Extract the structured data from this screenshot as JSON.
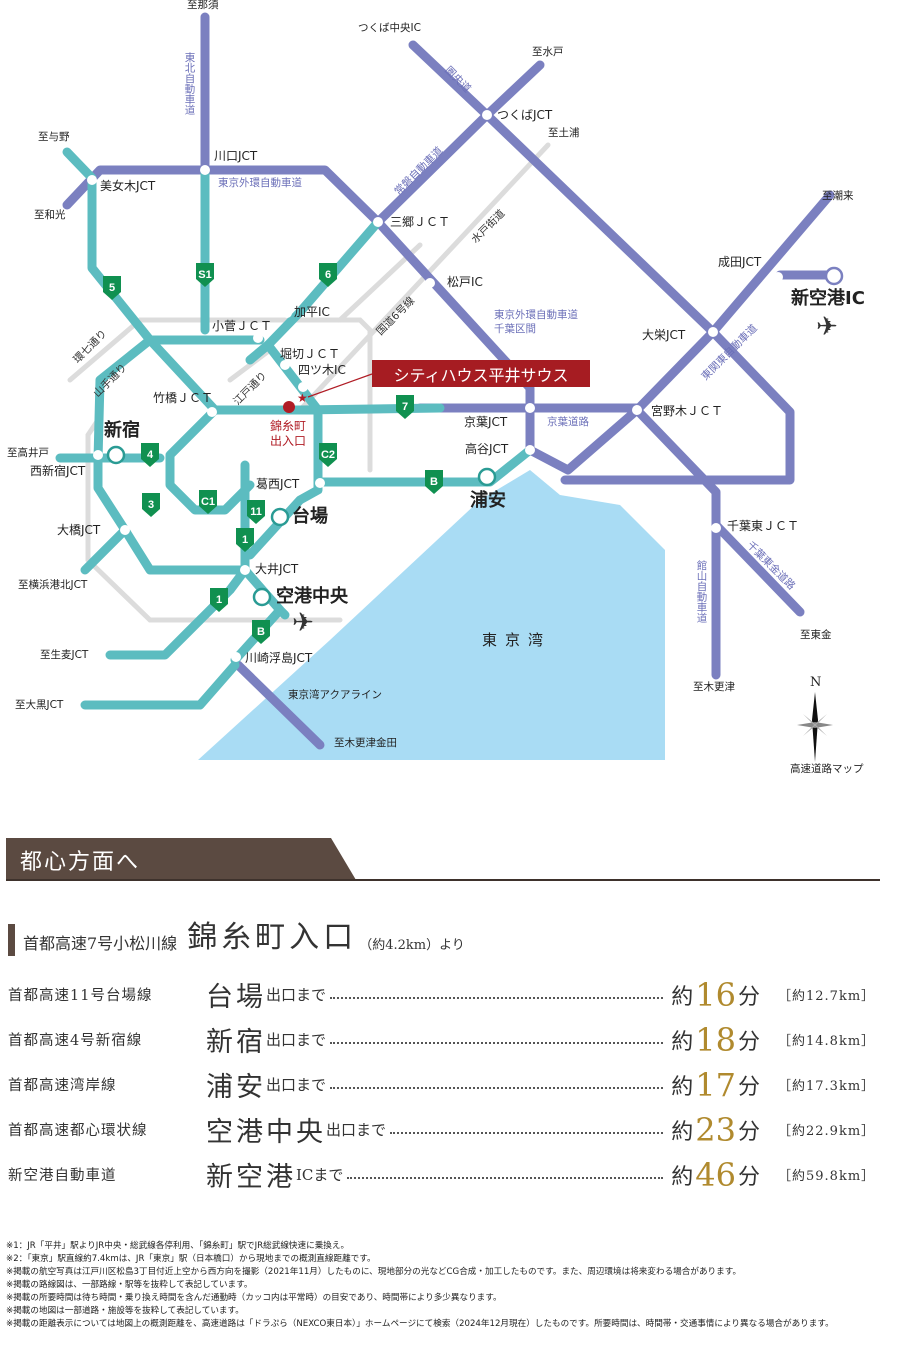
{
  "map": {
    "title": "高速道路マップ",
    "compass_label": "N",
    "property_label": "シティハウス平井サウス",
    "entrance_label_line1": "錦糸町",
    "entrance_label_line2": "出入口",
    "bay_label": "東京湾",
    "colors": {
      "shuto_line": "#5cbcc0",
      "nexco_line": "#7b80c0",
      "general_road": "#dcdcdc",
      "sea": "#a9dcf4",
      "shield": "#109050",
      "accent_red": "#a61c22"
    },
    "destinations": {
      "nasu": "至那須",
      "yono": "至与野",
      "wako": "至和光",
      "mito": "至水戸",
      "tsuchiura": "至土浦",
      "itako": "至潮来",
      "takaido": "至高井戸",
      "yokohama_kohoku": "至横浜港北JCT",
      "namamugi": "至生麦JCT",
      "daikoku": "至大黒JCT",
      "kisarazu_kaneda": "至木更津金田",
      "togane": "至東金",
      "kisarazu": "至木更津"
    },
    "junctions": {
      "kawaguchi": "川口JCT",
      "bijogi": "美女木JCT",
      "tsukuba_chuo": "つくば中央IC",
      "tsukuba": "つくばJCT",
      "misato": "三郷ＪＣＴ",
      "matsudo": "松戸IC",
      "kahei": "加平IC",
      "kosuge": "小菅ＪＣＴ",
      "horikiri": "堀切ＪＣＴ",
      "yotsugi": "四ツ木IC",
      "takebashi": "竹橋ＪＣＴ",
      "nishishinjuku": "西新宿JCT",
      "ohashi": "大橋JCT",
      "kasai": "葛西JCT",
      "oi": "大井JCT",
      "kawasaki_ukishima": "川崎浮島JCT",
      "keiyo": "京葉JCT",
      "koya": "高谷JCT",
      "miyanogi": "宮野木ＪＣＴ",
      "narita": "成田JCT",
      "taiei": "大栄JCT",
      "chiba_higashi": "千葉東ＪＣＴ"
    },
    "exits": {
      "shinjuku": "新宿",
      "daiba": "台場",
      "urayasu": "浦安",
      "kuko_chuo": "空港中央",
      "shinkuko": "新空港IC"
    },
    "road_names": {
      "tohoku": "東北自動車道",
      "gaikan": "東京外環自動車道",
      "joban": "常磐自動車道",
      "kenodo": "圏央道",
      "mito_kaido": "水戸街道",
      "route6": "国道6号線",
      "gaikan_chiba_line1": "東京外環自動車道",
      "gaikan_chiba_line2": "千葉区間",
      "kanjo7": "環七通り",
      "yamate": "山手通り",
      "edo": "江戸通り",
      "keiyo_road": "京葉道路",
      "higashi_kanto": "東関東自動車道",
      "tateyama": "館山自動車道",
      "chiba_togane": "千葉東金道路",
      "aqualine": "東京湾アクアライン"
    },
    "shields": [
      "S1",
      "5",
      "6",
      "4",
      "3",
      "C1",
      "C2",
      "11",
      "1",
      "1",
      "B",
      "B",
      "7"
    ]
  },
  "section": {
    "title": "都心方面へ"
  },
  "origin": {
    "route": "首都高速7号小松川線",
    "place": "錦糸町入口",
    "distance": "（約4.2km）より"
  },
  "routes": [
    {
      "road": "首都高速11号台場線",
      "dest": "台場",
      "suffix": "出口まで",
      "approx": "約",
      "minutes": "16",
      "unit": "分",
      "km": "［約12.7km］"
    },
    {
      "road": "首都高速4号新宿線",
      "dest": "新宿",
      "suffix": "出口まで",
      "approx": "約",
      "minutes": "18",
      "unit": "分",
      "km": "［約14.8km］"
    },
    {
      "road": "首都高速湾岸線",
      "dest": "浦安",
      "suffix": "出口まで",
      "approx": "約",
      "minutes": "17",
      "unit": "分",
      "km": "［約17.3km］"
    },
    {
      "road": "首都高速都心環状線",
      "dest": "空港中央",
      "suffix": "出口まで",
      "approx": "約",
      "minutes": "23",
      "unit": "分",
      "km": "［約22.9km］"
    },
    {
      "road": "新空港自動車道",
      "dest": "新空港",
      "suffix": "ICまで",
      "approx": "約",
      "minutes": "46",
      "unit": "分",
      "km": "［約59.8km］"
    }
  ],
  "notes": [
    "※1：JR「平井」駅よりJR中央・総武線各停利用、「錦糸町」駅でJR総武線快速に乗換え。",
    "※2：「東京」駅直線約7.4kmは、JR「東京」駅（日本橋口）から現地までの概測直線距離です。",
    "※掲載の航空写真は江戸川区松島3丁目付近上空から西方向を撮影（2021年11月）したものに、現地部分の光などCG合成・加工したものです。また、周辺環境は将来変わる場合があります。",
    "※掲載の路線図は、一部路線・駅等を抜粋して表記しています。",
    "※掲載の所要時間は待ち時間・乗り換え時間を含んだ通勤時（カッコ内は平常時）の目安であり、時間帯により多少異なります。",
    "※掲載の地図は一部道路・施設等を抜粋して表記しています。",
    "※掲載の距離表示については地図上の概測距離を、高速道路は「ドラぷら（NEXCO東日本）」ホームページにて検索（2024年12月現在）したものです。所要時間は、時間帯・交通事情により異なる場合があります。"
  ]
}
